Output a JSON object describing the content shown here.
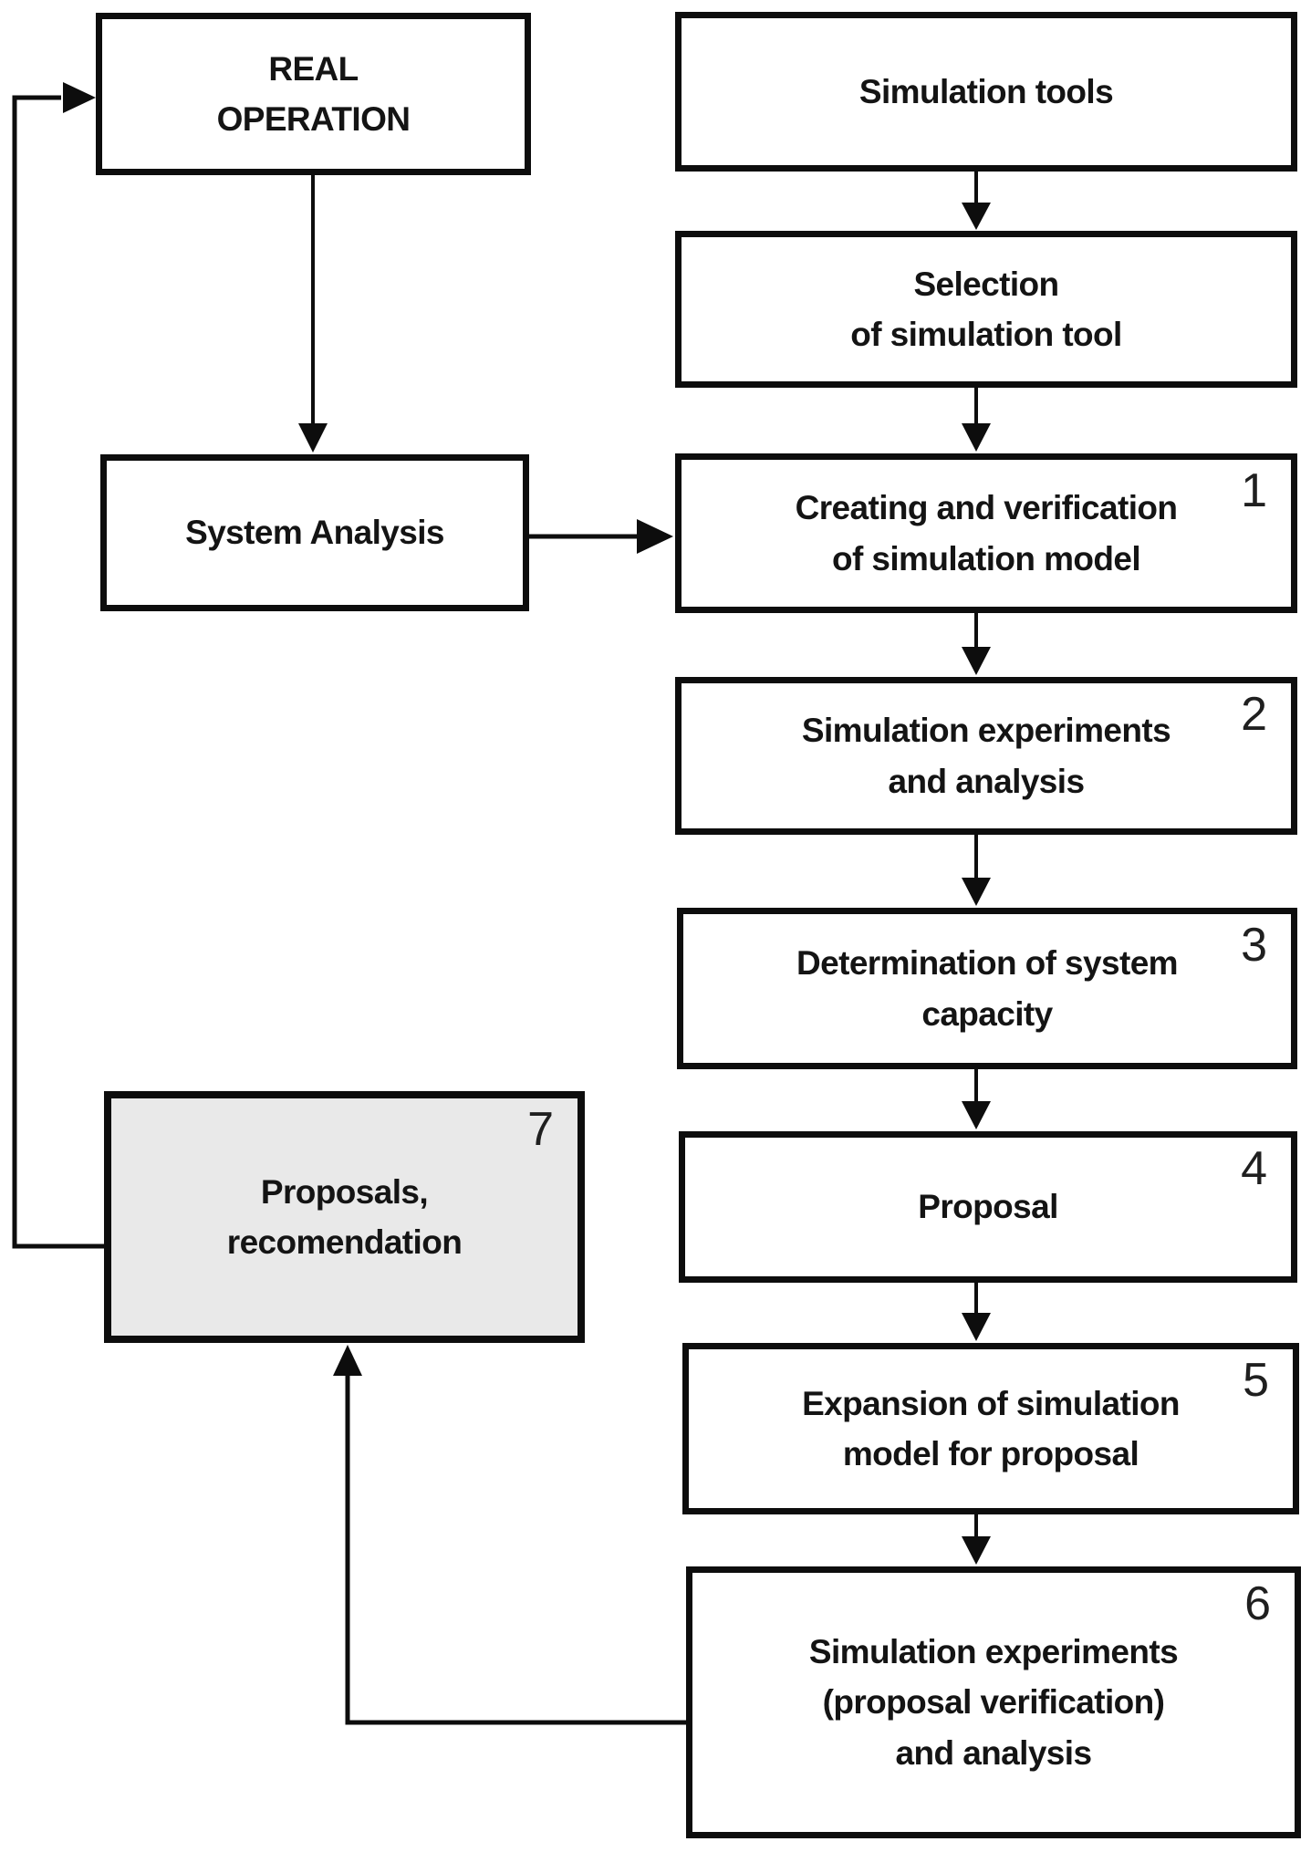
{
  "diagram": {
    "colors": {
      "background": "#ffffff",
      "line": "#0d0d0d",
      "box_fill": "#ffffff",
      "highlight_box_fill": "#e9e9e9",
      "text": "#141414"
    },
    "nodes": {
      "real_operation": {
        "label": "REAL\nOPERATION"
      },
      "simulation_tools": {
        "label": "Simulation tools"
      },
      "selection": {
        "label": "Selection\nof simulation tool"
      },
      "system_analysis": {
        "label": "System Analysis"
      },
      "step1": {
        "label": "Creating and verification\nof simulation model",
        "number": "1"
      },
      "step2": {
        "label": "Simulation experiments\nand analysis",
        "number": "2"
      },
      "step3": {
        "label": "Determination of system\ncapacity",
        "number": "3"
      },
      "step4": {
        "label": "Proposal",
        "number": "4"
      },
      "step5": {
        "label": "Expansion of simulation\nmodel for proposal",
        "number": "5"
      },
      "step6": {
        "label": "Simulation experiments\n(proposal verification)\nand analysis",
        "number": "6"
      },
      "step7": {
        "label": "Proposals,\nrecomendation",
        "number": "7"
      }
    }
  }
}
